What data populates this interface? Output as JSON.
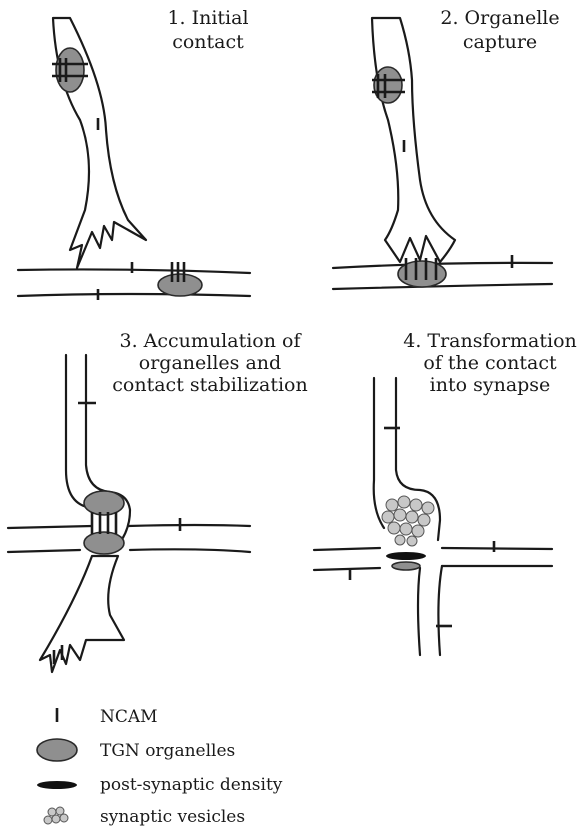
{
  "panels": [
    {
      "step": "1. Initial",
      "step_line2": "contact"
    },
    {
      "step": "2. Organelle",
      "step_line2": "capture"
    },
    {
      "step": "3. Accumulation of",
      "step_line2": "organelles and",
      "step_line3": "contact stabilization"
    },
    {
      "step": "4. Transformation",
      "step_line2": "of the contact",
      "step_line3": "into synapse"
    }
  ],
  "legend": [
    {
      "symbol": "ncam-marker",
      "label": "NCAM"
    },
    {
      "symbol": "tgn-organelle",
      "label": "TGN organelles"
    },
    {
      "symbol": "psd-marker",
      "label": "post-synaptic density"
    },
    {
      "symbol": "vesicle-cluster",
      "label": "synaptic vesicles"
    }
  ],
  "colors": {
    "outline": "#1a1a1a",
    "organelle": "#8f8f8f",
    "psd": "#111111",
    "vesicle": "#c8c8c8"
  }
}
